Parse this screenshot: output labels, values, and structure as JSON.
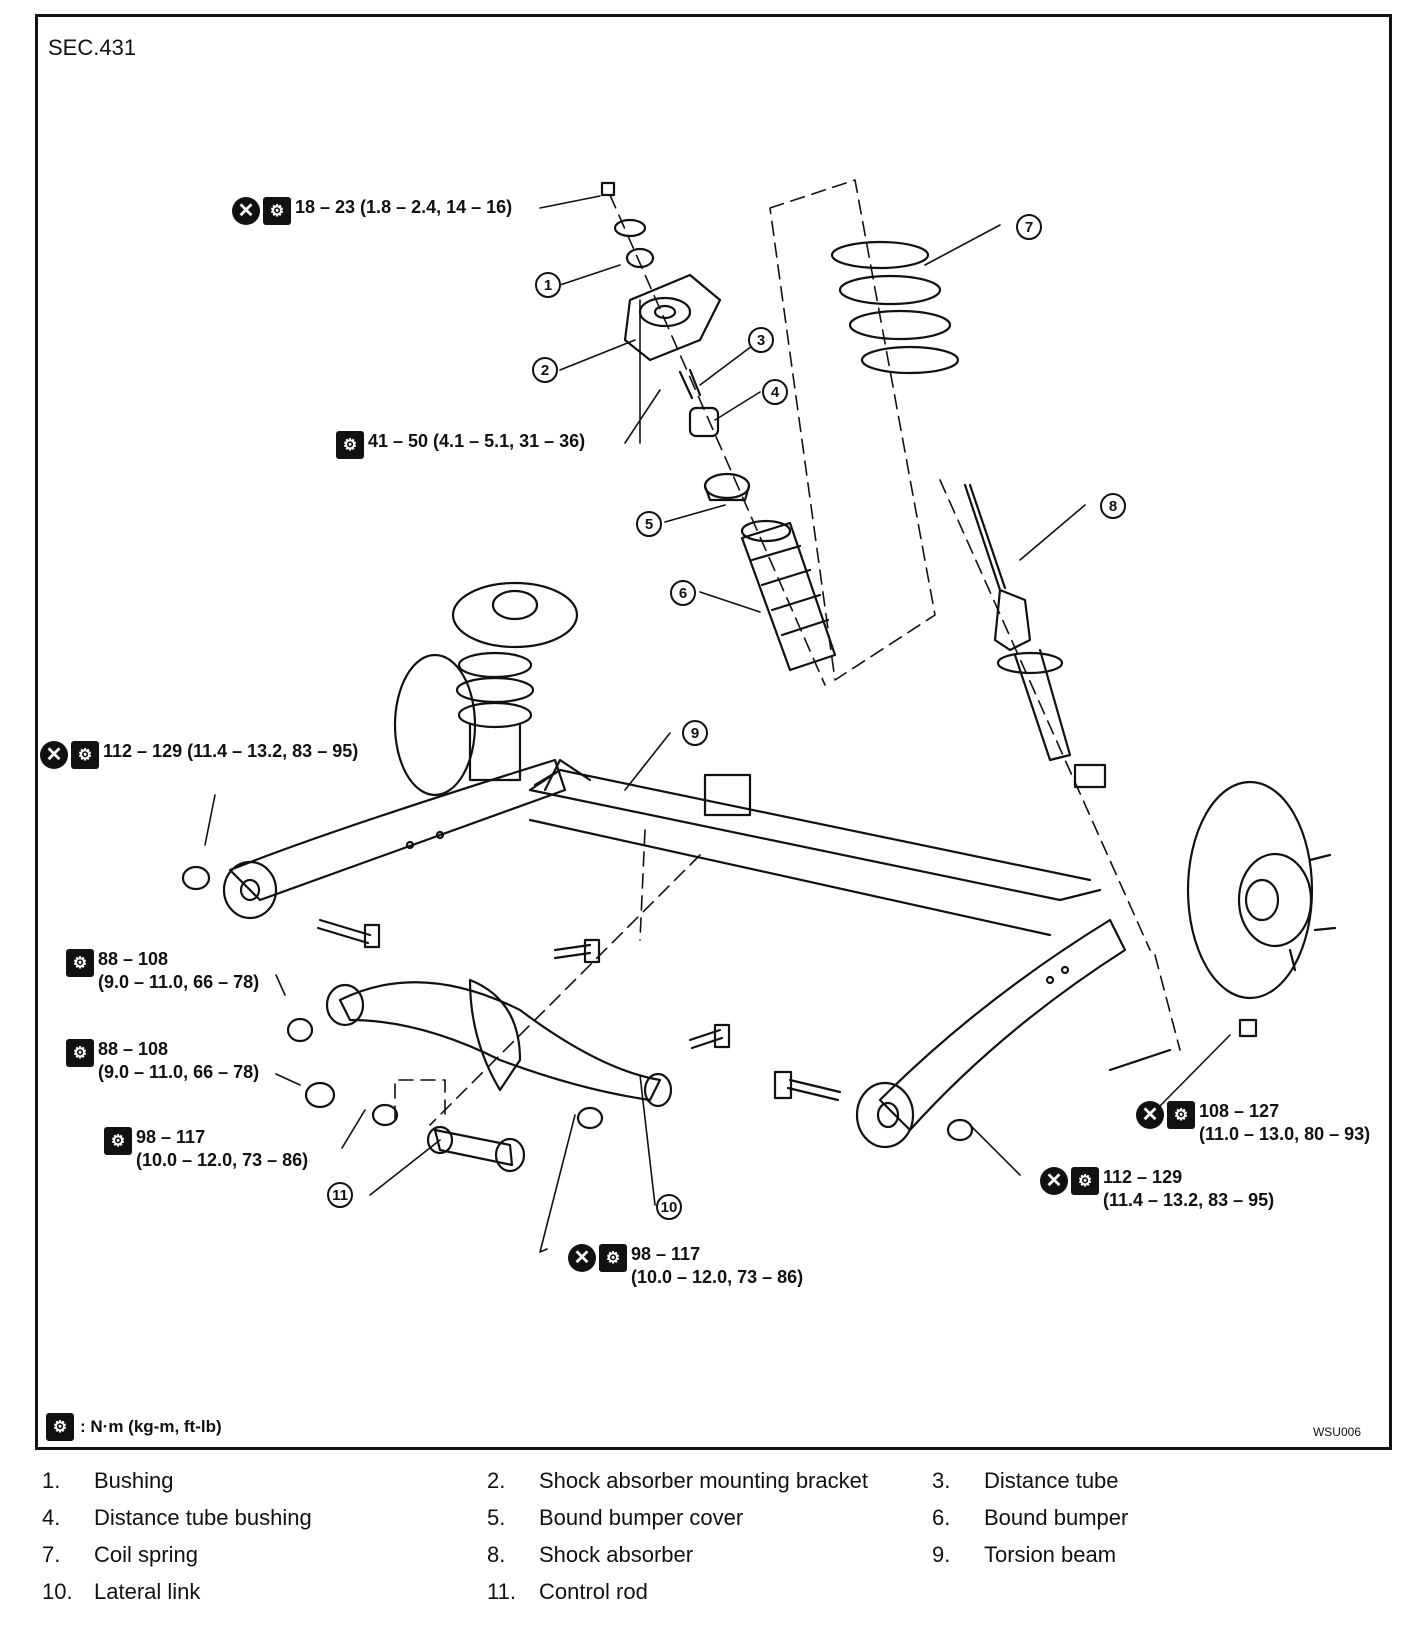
{
  "section": "SEC.431",
  "figure_code": "WSU006",
  "unit_legend": ": N·m (kg-m, ft-lb)",
  "icons": {
    "replace": "x-circle-icon",
    "torque": "torque-wrench-icon"
  },
  "torques": {
    "t1": {
      "line1": "18 – 23 (1.8 – 2.4, 14 – 16)",
      "line2": ""
    },
    "t2": {
      "line1": "41 – 50 (4.1 – 5.1, 31 – 36)",
      "line2": ""
    },
    "t3": {
      "line1": "112 – 129 (11.4 – 13.2, 83 – 95)",
      "line2": ""
    },
    "t4": {
      "line1": "88 – 108",
      "line2": "(9.0 – 11.0, 66 – 78)"
    },
    "t5": {
      "line1": "88 – 108",
      "line2": "(9.0 – 11.0, 66 – 78)"
    },
    "t6": {
      "line1": "98 – 117",
      "line2": "(10.0 – 12.0, 73 – 86)"
    },
    "t7": {
      "line1": "98 – 117",
      "line2": "(10.0 – 12.0, 73 – 86)"
    },
    "t8": {
      "line1": "112 – 129",
      "line2": "(11.4 – 13.2, 83 – 95)"
    },
    "t9": {
      "line1": "108 – 127",
      "line2": "(11.0 – 13.0, 80 – 93)"
    }
  },
  "callout_numbers": [
    "1",
    "2",
    "3",
    "4",
    "5",
    "6",
    "7",
    "8",
    "9",
    "10",
    "11"
  ],
  "parts": [
    {
      "num": "1.",
      "name": "Bushing"
    },
    {
      "num": "2.",
      "name": "Shock absorber mounting bracket"
    },
    {
      "num": "3.",
      "name": "Distance tube"
    },
    {
      "num": "4.",
      "name": "Distance tube bushing"
    },
    {
      "num": "5.",
      "name": "Bound bumper cover"
    },
    {
      "num": "6.",
      "name": "Bound bumper"
    },
    {
      "num": "7.",
      "name": "Coil spring"
    },
    {
      "num": "8.",
      "name": "Shock absorber"
    },
    {
      "num": "9.",
      "name": "Torsion beam"
    },
    {
      "num": "10.",
      "name": "Lateral link"
    },
    {
      "num": "11.",
      "name": "Control rod"
    }
  ]
}
